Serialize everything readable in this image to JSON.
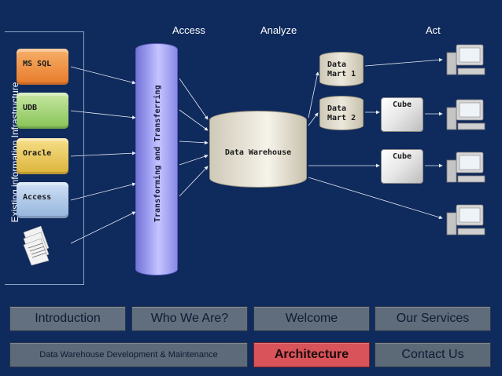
{
  "headers": {
    "access": "Access",
    "analyze": "Analyze",
    "act": "Act"
  },
  "infrastructure_label": "Existing information Infrastructure",
  "sources": {
    "mssql": "MS SQL",
    "udb": "UDB",
    "oracle": "Oracle",
    "access": "Access"
  },
  "etl_label": "Transforming and Transferring",
  "warehouse_label": "Data Warehouse",
  "marts": {
    "mart1_line1": "Data",
    "mart1_line2": "Mart 1",
    "mart2_line1": "Data",
    "mart2_line2": "Mart 2"
  },
  "cubes": {
    "cube1": "Cube",
    "cube2": "Cube"
  },
  "icons": {
    "document": "document-stack-icon",
    "computer": "desktop-computer-icon"
  },
  "colors": {
    "background": "#0f2a5c",
    "active_nav": "#d9535a",
    "nav": "#5f6d7c"
  },
  "nav": {
    "introduction": "Introduction",
    "who_we_are": "Who We Are?",
    "welcome": "Welcome",
    "our_services": "Our Services",
    "dw_dev": "Data Warehouse Development & Maintenance",
    "architecture": "Architecture",
    "contact_us": "Contact Us"
  }
}
